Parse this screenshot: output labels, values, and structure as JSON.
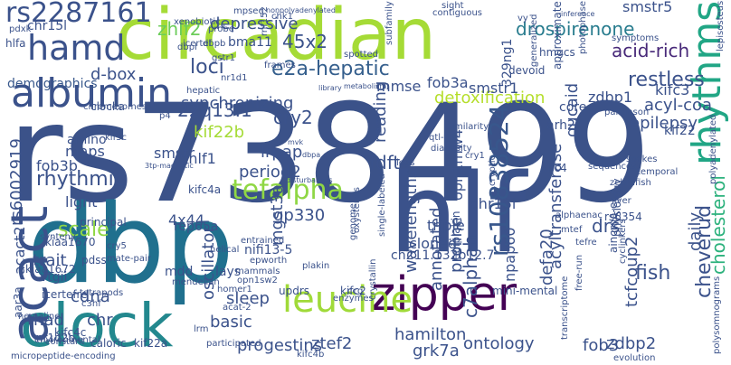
{
  "words": [
    {
      "text": "rs738499",
      "color": "#3b5289"
    },
    {
      "text": "dbp",
      "color": "#20708e"
    },
    {
      "text": "hlf",
      "color": "#3b528b"
    },
    {
      "text": "circadian",
      "color": "#a5db36"
    },
    {
      "text": "clock",
      "color": "#23888e"
    },
    {
      "text": "albumin",
      "color": "#3b528b"
    },
    {
      "text": "zipper",
      "color": "#440154"
    },
    {
      "text": "rhythms",
      "color": "#21a685"
    },
    {
      "text": "leucine",
      "color": "#a0da39"
    },
    {
      "text": "acact",
      "color": "#3b528b"
    },
    {
      "text": "hamd",
      "color": "#3b528b"
    },
    {
      "text": "rs2287161",
      "color": "#3b528b"
    },
    {
      "text": "tefalpha",
      "color": "#8fd744"
    },
    {
      "text": "rs10838524",
      "color": "#38578c"
    },
    {
      "text": "c7alphah",
      "color": "#3b528b"
    },
    {
      "text": "e2a-hepatic",
      "color": "#355f8d"
    },
    {
      "text": "cheverud",
      "color": "#3b528b"
    },
    {
      "text": "drospirenone",
      "color": "#287c8e"
    },
    {
      "text": "zhlf2",
      "color": "#6ccd5a"
    },
    {
      "text": "depressive",
      "color": "#3b528b"
    },
    {
      "text": "smstr5",
      "color": "#3b528b"
    },
    {
      "text": "acid-rich",
      "color": "#482979"
    },
    {
      "text": "restless",
      "color": "#3b528b"
    },
    {
      "text": "acyl-coa",
      "color": "#3b528b"
    },
    {
      "text": "epilepsy",
      "color": "#3b528b"
    },
    {
      "text": "cholesterol",
      "color": "#2db27d"
    },
    {
      "text": "demographics",
      "color": "#38588c"
    },
    {
      "text": "d-box",
      "color": "#3b528b"
    },
    {
      "text": "loci",
      "color": "#3b528b"
    },
    {
      "text": "45x2",
      "color": "#3b528b"
    },
    {
      "text": "synchronizing",
      "color": "#3b528b"
    },
    {
      "text": "detoxification",
      "color": "#b5de2b"
    },
    {
      "text": "22q13.1",
      "color": "#3b528b"
    },
    {
      "text": "kif22b",
      "color": "#a5db36"
    },
    {
      "text": "zhlf1",
      "color": "#3b528b"
    },
    {
      "text": "fob3b",
      "color": "#3b528b"
    },
    {
      "text": "rhythmic",
      "color": "#3b528b"
    },
    {
      "text": "4x44",
      "color": "#3b528b"
    },
    {
      "text": "scale",
      "color": "#8fd744"
    },
    {
      "text": "trait",
      "color": "#3b528b"
    },
    {
      "text": "cdna",
      "color": "#3b528b"
    },
    {
      "text": "thad",
      "color": "#3b528b"
    },
    {
      "text": "chr",
      "color": "#3b528b"
    },
    {
      "text": "sleep",
      "color": "#3b528b"
    },
    {
      "text": "basic",
      "color": "#3b528b"
    },
    {
      "text": "progestins",
      "color": "#3b528b"
    },
    {
      "text": "zdbp2",
      "color": "#3b528b"
    },
    {
      "text": "fish",
      "color": "#3b528b"
    },
    {
      "text": "tcfcoup2",
      "color": "#3b528b"
    },
    {
      "text": "acyltransferase",
      "color": "#3b528b"
    },
    {
      "text": "fob3",
      "color": "#3b528b"
    },
    {
      "text": "defa20",
      "color": "#3b528b"
    },
    {
      "text": "ontology",
      "color": "#3b528b"
    },
    {
      "text": "hamilton",
      "color": "#3b528b"
    },
    {
      "text": "ztef2",
      "color": "#3b528b"
    },
    {
      "text": "grk7a",
      "color": "#3b528b"
    },
    {
      "text": "gp330",
      "color": "#3b528b"
    },
    {
      "text": "period2",
      "color": "#3b528b"
    },
    {
      "text": "cry2",
      "color": "#3b528b"
    },
    {
      "text": "lrpap",
      "color": "#3b528b"
    },
    {
      "text": "mgst3a",
      "color": "#3b528b"
    },
    {
      "text": "oscillator",
      "color": "#3b528b"
    },
    {
      "text": "wavelengths",
      "color": "#3b528b"
    },
    {
      "text": "proline",
      "color": "#3b528b"
    },
    {
      "text": "npap60",
      "color": "#3b528b"
    },
    {
      "text": "annotated",
      "color": "#3b528b"
    },
    {
      "text": "cloned",
      "color": "#3b528b"
    },
    {
      "text": "chr15l",
      "color": "#3b528b"
    },
    {
      "text": "triple",
      "color": "#3b528b"
    },
    {
      "text": "drs",
      "color": "#3b528b"
    },
    {
      "text": "daily",
      "color": "#3b528b"
    },
    {
      "text": "opn1mw4",
      "color": "#3b528b"
    },
    {
      "text": "fdft",
      "color": "#3b528b"
    },
    {
      "text": "smstr1",
      "color": "#3b528b"
    },
    {
      "text": "fob3a",
      "color": "#3b528b"
    },
    {
      "text": "mmse",
      "color": "#3b528b"
    },
    {
      "text": "zdbp1",
      "color": "#3b528b"
    },
    {
      "text": "kifc3",
      "color": "#3b528b"
    },
    {
      "text": "329ng1",
      "color": "#3b528b"
    },
    {
      "text": "reading",
      "color": "#3b528b"
    },
    {
      "text": "gucaid",
      "color": "#3b528b"
    },
    {
      "text": "kif22",
      "color": "#3b528b"
    },
    {
      "text": "rs6002919",
      "color": "#3b528b"
    },
    {
      "text": "acact2",
      "color": "#3b528b"
    },
    {
      "text": "light",
      "color": "#3b528b"
    },
    {
      "text": "maps",
      "color": "#3b528b"
    },
    {
      "text": "smstr",
      "color": "#3b528b"
    },
    {
      "text": "bma11",
      "color": "#3b528b"
    },
    {
      "text": "chr15l",
      "color": "#3b528b"
    },
    {
      "text": "mpseq",
      "color": "#3b528b"
    },
    {
      "text": "icertef",
      "color": "#3b528b"
    },
    {
      "text": "hlfa",
      "color": "#3b528b"
    },
    {
      "text": "devoid",
      "color": "#3b528b"
    },
    {
      "text": "approximate",
      "color": "#3b528b"
    },
    {
      "text": "subfamily",
      "color": "#3b528b"
    },
    {
      "text": "spotted",
      "color": "#3b528b"
    },
    {
      "text": "frames",
      "color": "#3b528b"
    },
    {
      "text": "gstr1",
      "color": "#3b528b"
    },
    {
      "text": "dbpb",
      "color": "#3b528b"
    },
    {
      "text": "probe",
      "color": "#3b528b"
    },
    {
      "text": "chk1",
      "color": "#3b528b"
    },
    {
      "text": "amino",
      "color": "#3b528b"
    },
    {
      "text": "kif3c",
      "color": "#3b528b"
    },
    {
      "text": "mvk",
      "color": "#3b528b"
    },
    {
      "text": "dbpa",
      "color": "#3b528b"
    },
    {
      "text": "qtl-the",
      "color": "#3b528b"
    },
    {
      "text": "diabesity",
      "color": "#3b528b"
    },
    {
      "text": "legs",
      "color": "#3b528b"
    },
    {
      "text": "cry1",
      "color": "#3b528b"
    },
    {
      "text": "arh2",
      "color": "#3b528b"
    },
    {
      "text": "core",
      "color": "#3b528b"
    },
    {
      "text": "kifc4",
      "color": "#3b528b"
    },
    {
      "text": "kifc4a",
      "color": "#3b528b"
    },
    {
      "text": "rep65a",
      "color": "#3b528b"
    },
    {
      "text": "principal",
      "color": "#3b528b"
    },
    {
      "text": "kiaa1670",
      "color": "#3b528b"
    },
    {
      "text": "kiaa1672",
      "color": "#3b528b"
    },
    {
      "text": "icertefre",
      "color": "#3b528b"
    },
    {
      "text": "nifi13-5",
      "color": "#3b528b"
    },
    {
      "text": "entrained",
      "color": "#3b528b"
    },
    {
      "text": "plakin",
      "color": "#3b528b"
    },
    {
      "text": "epiplakin",
      "color": "#3b528b"
    },
    {
      "text": "ch211.132b12.7",
      "color": "#3b528b"
    },
    {
      "text": "rs6354",
      "color": "#3b528b"
    },
    {
      "text": "liver",
      "color": "#3b528b"
    },
    {
      "text": "zebrafish",
      "color": "#3b528b"
    },
    {
      "text": "alphaenac",
      "color": "#3b528b"
    },
    {
      "text": "cyclinkers",
      "color": "#3b528b"
    },
    {
      "text": "vtgii",
      "color": "#3b528b"
    },
    {
      "text": "pdss",
      "color": "#3b528b"
    },
    {
      "text": "mdd",
      "color": "#3b528b"
    },
    {
      "text": "lays",
      "color": "#3b528b"
    },
    {
      "text": "cry5",
      "color": "#3b528b"
    },
    {
      "text": "mate-pair",
      "color": "#3b528b"
    },
    {
      "text": "aar3a",
      "color": "#3b528b"
    },
    {
      "text": "kifc4c",
      "color": "#3b528b"
    },
    {
      "text": "mammals",
      "color": "#3b528b"
    },
    {
      "text": "opn1sw2",
      "color": "#3b528b"
    },
    {
      "text": "homer1",
      "color": "#3b528b"
    },
    {
      "text": "lrm",
      "color": "#3b528b"
    },
    {
      "text": "kifc2",
      "color": "#3b528b"
    },
    {
      "text": "mini-mental",
      "color": "#3b528b"
    },
    {
      "text": "mtef",
      "color": "#3b528b"
    },
    {
      "text": "tefre",
      "color": "#3b528b"
    },
    {
      "text": "physiology",
      "color": "#3b528b"
    },
    {
      "text": "aincrna-ec7",
      "color": "#3b528b"
    },
    {
      "text": "nr1d2b",
      "color": "#3b528b"
    },
    {
      "text": "caloric",
      "color": "#3b528b"
    },
    {
      "text": "kif22a",
      "color": "#3b528b"
    },
    {
      "text": "kifc4b",
      "color": "#3b528b"
    },
    {
      "text": "micropeptide-encoding",
      "color": "#3b528b"
    },
    {
      "text": "transcriptome",
      "color": "#3b528b"
    },
    {
      "text": "evolution",
      "color": "#3b528b"
    },
    {
      "text": "polyadenylated",
      "color": "#3b528b"
    },
    {
      "text": "nonpolyadenylated",
      "color": "#3b528b"
    },
    {
      "text": "xenobiotic",
      "color": "#3b528b"
    },
    {
      "text": "pdxk",
      "color": "#3b528b"
    },
    {
      "text": "contiguous",
      "color": "#3b528b"
    },
    {
      "text": "inference",
      "color": "#3b528b"
    },
    {
      "text": "lepisosteus",
      "color": "#3b528b"
    },
    {
      "text": "hmgcs",
      "color": "#3b528b"
    },
    {
      "text": "symptoms",
      "color": "#3b528b"
    },
    {
      "text": "parkinson",
      "color": "#3b528b"
    },
    {
      "text": "photophase",
      "color": "#3b528b"
    },
    {
      "text": "metabolism",
      "color": "#3b528b"
    },
    {
      "text": "library",
      "color": "#3b528b"
    },
    {
      "text": "chromosomes",
      "color": "#3b528b"
    },
    {
      "text": "clocka",
      "color": "#3b528b"
    },
    {
      "text": "p4",
      "color": "#3b528b"
    },
    {
      "text": "generalized",
      "color": "#3b528b"
    },
    {
      "text": "similarity",
      "color": "#3b528b"
    },
    {
      "text": "spokes",
      "color": "#3b528b"
    },
    {
      "text": "temporal",
      "color": "#3b528b"
    },
    {
      "text": "sequences",
      "color": "#3b528b"
    },
    {
      "text": "3tp-magnetic",
      "color": "#3b528b"
    },
    {
      "text": "disturbances",
      "color": "#3b528b"
    },
    {
      "text": "genome",
      "color": "#3b528b"
    },
    {
      "text": "synteny",
      "color": "#3b528b"
    },
    {
      "text": "environmental",
      "color": "#3b528b"
    },
    {
      "text": "helical",
      "color": "#3b528b"
    },
    {
      "text": "epworth",
      "color": "#3b528b"
    },
    {
      "text": "mendelian",
      "color": "#3b528b"
    },
    {
      "text": "updrs",
      "color": "#3b528b"
    },
    {
      "text": "oxysterols",
      "color": "#3b528b"
    },
    {
      "text": "crystallin",
      "color": "#3b528b"
    },
    {
      "text": "ccg",
      "color": "#3b528b"
    },
    {
      "text": "single-labeled",
      "color": "#3b528b"
    },
    {
      "text": "enzymes",
      "color": "#3b528b"
    },
    {
      "text": "cryptic",
      "color": "#3b528b"
    },
    {
      "text": "free-run",
      "color": "#3b528b"
    },
    {
      "text": "tetrapods",
      "color": "#3b528b"
    },
    {
      "text": "nemaline",
      "color": "#3b528b"
    },
    {
      "text": "constant",
      "color": "#3b528b"
    },
    {
      "text": "participated",
      "color": "#3b528b"
    },
    {
      "text": "acat-2",
      "color": "#3b528b"
    },
    {
      "text": "polysomnograms",
      "color": "#3b528b"
    },
    {
      "text": "rnf152",
      "color": "#3b528b"
    },
    {
      "text": "vy",
      "color": "#3b528b"
    },
    {
      "text": "sight",
      "color": "#3b528b"
    },
    {
      "text": "nr1d1",
      "color": "#3b528b"
    },
    {
      "text": "c3hf",
      "color": "#3b528b"
    },
    {
      "text": "dbpl",
      "color": "#3b528b"
    },
    {
      "text": "hepatic",
      "color": "#3b528b"
    }
  ]
}
